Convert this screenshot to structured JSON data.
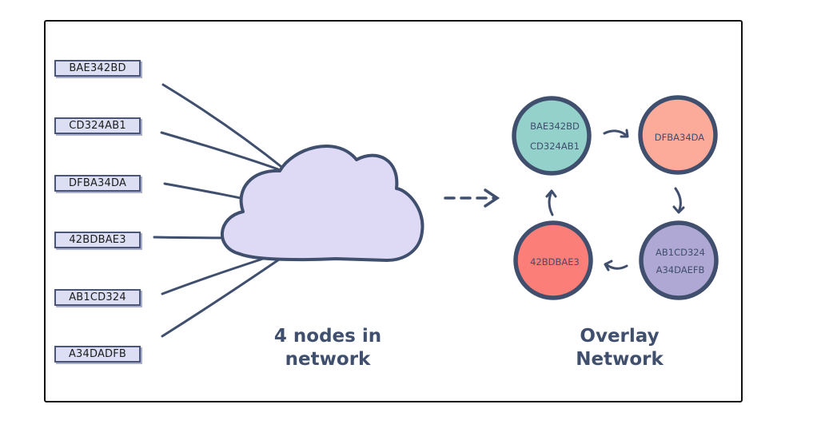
{
  "network_ids": [
    "BAE342BD",
    "CD324AB1",
    "DFBA34DA",
    "42BDBAE3",
    "AB1CD324",
    "A34DADFB"
  ],
  "captions": {
    "left": [
      "4 nodes in",
      "network"
    ],
    "right": [
      "Overlay",
      "Network"
    ]
  },
  "overlay_nodes": [
    {
      "lines": [
        "BAE342BD",
        "CD324AB1"
      ],
      "color": "#94d1cb"
    },
    {
      "lines": [
        "DFBA34DA"
      ],
      "color": "#fcaa99"
    },
    {
      "lines": [
        "AB1CD324",
        "A34DAEFB"
      ],
      "color": "#b0a8d4"
    },
    {
      "lines": [
        "42BDBAE3"
      ],
      "color": "#fb7f78"
    }
  ],
  "cloud_color": "#dedaf6",
  "stroke_color": "#3f4f6d"
}
